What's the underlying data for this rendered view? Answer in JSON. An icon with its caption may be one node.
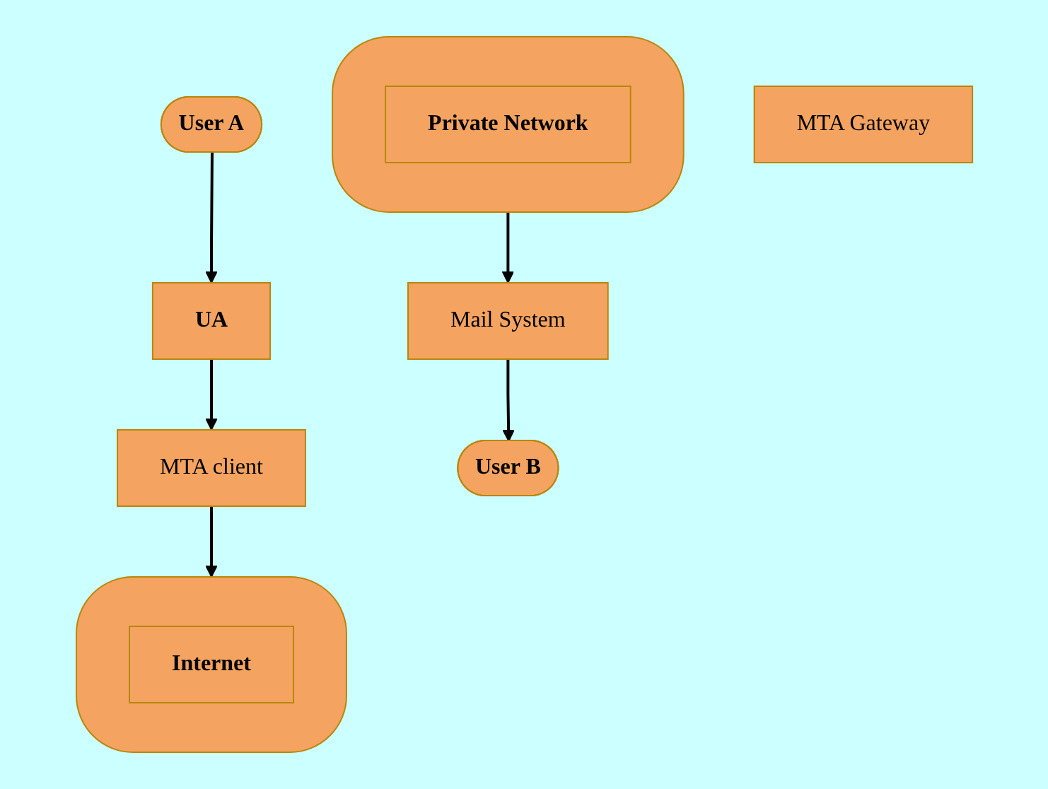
{
  "diagram": {
    "nodes": [
      {
        "text": [
          "User A"
        ]
      },
      {
        "text": [
          "UA"
        ]
      },
      {
        "text": [
          "MTA client"
        ]
      },
      {
        "text": [
          "User B"
        ]
      },
      {
        "text": [
          "Mail System"
        ]
      },
      {
        "text": [],
        "shape": "cloud"
      },
      {
        "text": [
          "Internet"
        ],
        "in": 5
      },
      {
        "text": [
          "MTA Gateway"
        ]
      },
      {
        "text": [],
        "shape": "cloud"
      },
      {
        "text": [
          "Private Network"
        ],
        "in": 8
      }
    ],
    "edges": [
      {
        "from": 0,
        "to": 1,
        "arrow": "to"
      },
      {
        "from": 1,
        "to": 2,
        "arrow": "to"
      },
      {
        "from": 2,
        "to": 5,
        "arrow": "to"
      },
      {
        "from": 8,
        "to": 4,
        "arrow": "to"
      },
      {
        "from": 4,
        "to": 3,
        "arrow": "to"
      }
    ]
  }
}
